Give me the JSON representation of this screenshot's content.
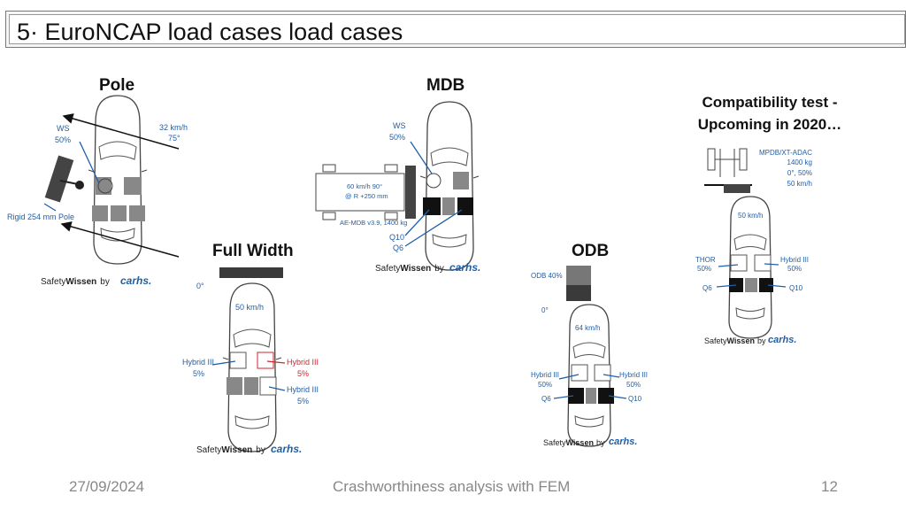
{
  "slide": {
    "title": "5· EuroNCAP load cases load cases",
    "footer": {
      "date": "27/09/2024",
      "center": "Crashworthiness analysis with FEM",
      "page": "12"
    }
  },
  "brand": {
    "prefix": "Safety",
    "bold": "Wissen",
    "by": "by",
    "logo": "carhs."
  },
  "colors": {
    "blue": "#1f5fa8",
    "red": "#d0262e",
    "barrier": "#3a3a3a",
    "seat": "#9a9a9a"
  },
  "pole": {
    "label": "Pole",
    "ws": "WS",
    "ws_pct": "50%",
    "speed": "32 km/h",
    "angle": "75°",
    "pole_label": "Rigid 254 mm Pole"
  },
  "mdb": {
    "label": "MDB",
    "ws": "WS",
    "ws_pct": "50%",
    "speed": "60 km/h 90°",
    "offset": "@ R +250 mm",
    "barrier": "AE-MDB v3.9, 1400 kg",
    "q10": "Q10",
    "q6": "Q6"
  },
  "compat": {
    "label_line1": "Compatibility test -",
    "label_line2": "Upcoming in 2020…",
    "barrier": "MPDB/XT-ADAC",
    "mass": "1400 kg",
    "angle": "0°, 50%",
    "barrier_speed": "50 km/h",
    "car_speed": "50 km/h",
    "thor": "THOR",
    "thor_pct": "50%",
    "hybrid": "Hybrid III",
    "hybrid_pct": "50%",
    "q6": "Q6",
    "q10": "Q10"
  },
  "full_width": {
    "label": "Full Width",
    "angle": "0°",
    "speed": "50 km/h",
    "left": "Hybrid III",
    "left_pct": "5%",
    "right": "Hybrid III",
    "right_pct": "5%",
    "rear": "Hybrid III",
    "rear_pct": "5%"
  },
  "odb": {
    "label": "ODB",
    "barrier": "ODB 40%",
    "angle": "0°",
    "speed": "64 km/h",
    "left": "Hybrid III",
    "left_pct": "50%",
    "right": "Hybrid III",
    "right_pct": "50%",
    "q6": "Q6",
    "q10": "Q10"
  }
}
